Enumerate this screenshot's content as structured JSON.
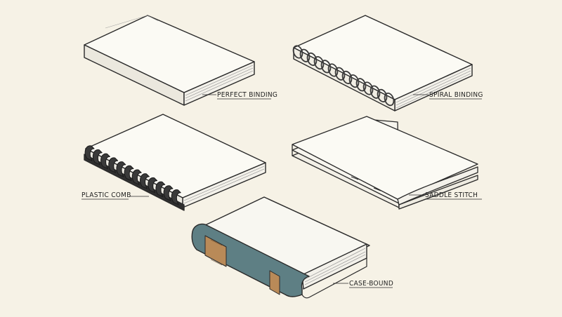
{
  "diagram": {
    "bindings": [
      {
        "id": "perfect",
        "label": "PERFECT BINDING"
      },
      {
        "id": "spiral",
        "label": "SPIRAL BINDING"
      },
      {
        "id": "comb",
        "label": "PLASTIC COMB"
      },
      {
        "id": "saddle",
        "label": "SADDLE STITCH"
      },
      {
        "id": "case",
        "label": "CASE-BOUND"
      }
    ],
    "colors": {
      "background": "#f6f2e6",
      "paper": "#fbfaf4",
      "outline": "#2a2a2a",
      "comb": "#3a3a3a",
      "cloth": "#5e7f84",
      "leather": "#b98a58"
    }
  }
}
